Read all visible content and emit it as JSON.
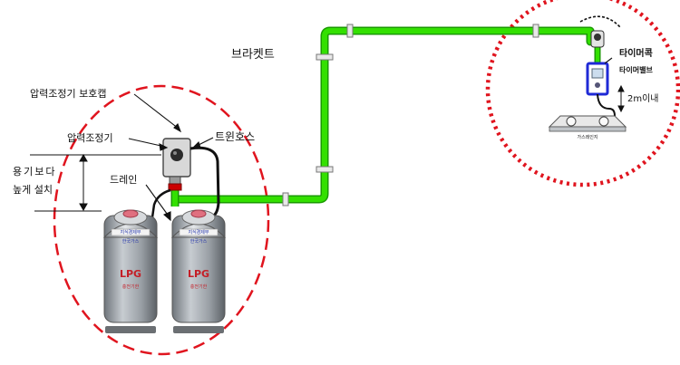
{
  "labels": {
    "bracket": "브라켓트",
    "regulator_cap": "압력조정기 보호캡",
    "regulator": "압력조정기",
    "twin_hose": "트윈호스",
    "drain": "드레인",
    "install_higher_line1": "용기보다",
    "install_higher_line2": "높게 설치",
    "timer_cock": "타이머콕",
    "timer_valve": "타이머밸브",
    "distance": "2m이내",
    "gas_range": "가스레인지"
  },
  "cylinders": [
    {
      "text": "LPG",
      "band_text": "지식경제부",
      "cap_text": "한국가스",
      "seal": "충전기한"
    },
    {
      "text": "LPG",
      "band_text": "지식경제부",
      "cap_text": "한국가스",
      "seal": "충전기한"
    }
  ],
  "colors": {
    "pipe": "#33e000",
    "pipe_edge": "#1a9a00",
    "dashed_red": "#e0141e",
    "timer_blue": "#1f2ad6",
    "cylinder": "#9aa0a6"
  }
}
